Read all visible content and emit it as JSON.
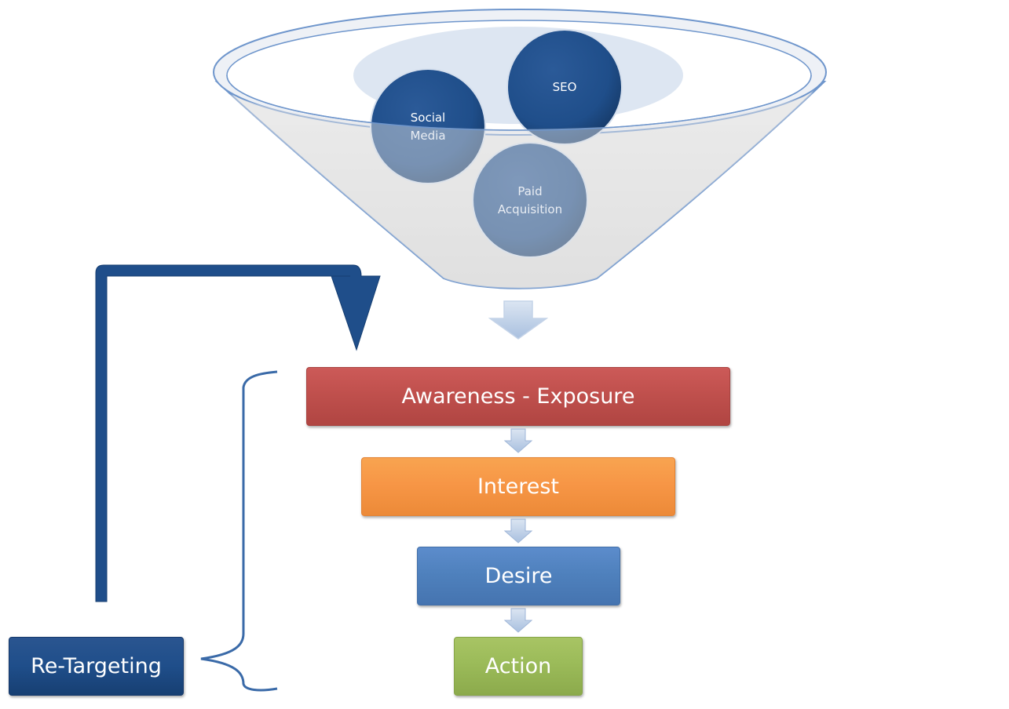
{
  "funnel": {
    "sources": [
      {
        "id": "social",
        "label_line1": "Social",
        "label_line2": "Media"
      },
      {
        "id": "seo",
        "label_line1": "SEO"
      },
      {
        "id": "paid",
        "label_line1": "Paid",
        "label_line2": "Acquisition"
      }
    ]
  },
  "stages": [
    {
      "label": "Awareness - Exposure",
      "color": "#c0504d"
    },
    {
      "label": "Interest",
      "color": "#f79646"
    },
    {
      "label": "Desire",
      "color": "#4f81bd"
    },
    {
      "label": "Action",
      "color": "#9bbb59"
    }
  ],
  "retargeting": {
    "label": "Re-Targeting",
    "color": "#1f4e8a"
  },
  "colors": {
    "circle": "#1f4e8a",
    "funnel_fill": "#e6e6e6",
    "funnel_outline": "#6f96cc",
    "connector": "#a9c0df"
  }
}
